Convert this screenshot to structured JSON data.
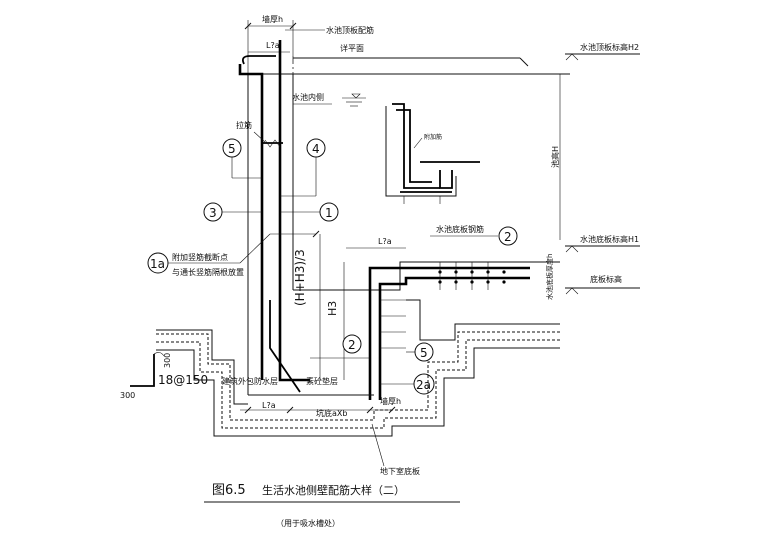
{
  "labels": {
    "wall_thickness_top": "墙厚h",
    "top_rebar": "水池顶板配筋",
    "water_surface": "详平面",
    "inner_side": "水池内侧",
    "tie_bar": "拉筋",
    "la_top": "L?a",
    "top_elev": "水池顶板标高H2",
    "height_h": "池高H",
    "bottom_elev": "水池底板标高H1",
    "bottom_rebar": "水池底板钢筋",
    "la_mid": "L?a",
    "slab_bottom": "底板标高",
    "slab_thk": "水池底板厚度h",
    "anchor": "附加竖筋截断点",
    "anchor2": "与通长竖筋隔根放置",
    "h3_expr": "(H+H3)/3",
    "h3": "H3",
    "waterproof": "建筑外包防水层",
    "cushion": "素砼垫层",
    "la_bottom": "L?a",
    "sump_size": "坑底aXb",
    "wall_thickness_bot": "墙厚h",
    "base_slab": "地下室底板",
    "rebar_spec": "18@150",
    "dim_300_a": "300",
    "dim_300_b": "300",
    "detail_label": "附加筋"
  },
  "callouts": [
    "5",
    "4",
    "3",
    "1",
    "1a",
    "2",
    "2",
    "5",
    "2a"
  ],
  "caption": {
    "figure_no": "图6.5",
    "title": "生活水池侧壁配筋大样（二）",
    "subtitle": "（用于吸水槽处）"
  }
}
